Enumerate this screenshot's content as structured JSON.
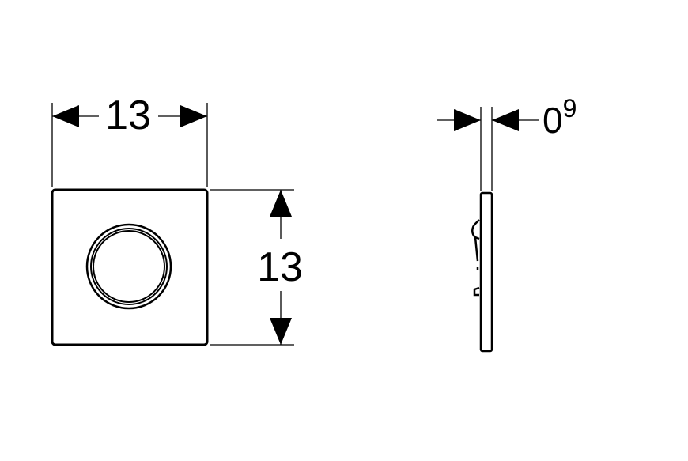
{
  "front_view": {
    "width_label": "13",
    "height_label": "13"
  },
  "side_view": {
    "thickness_label_main": "0",
    "thickness_label_sup": "9"
  },
  "colors": {
    "line": "#000000",
    "ring_inner": "#ffffff",
    "background": "#ffffff"
  }
}
